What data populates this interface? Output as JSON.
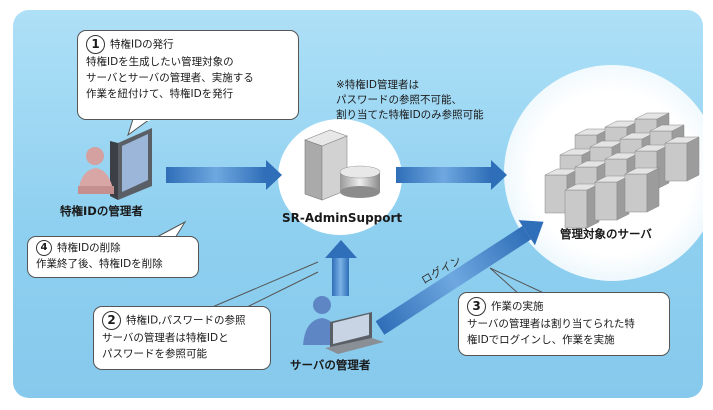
{
  "callout1": {
    "number": "1",
    "title": "特権IDの発行",
    "lines": [
      "特権IDを生成したい管理対象の",
      "サーバとサーバの管理者、実施する",
      "作業を紐付けて、特権IDを発行"
    ]
  },
  "callout2": {
    "number": "2",
    "lines": [
      "特権ID,パスワードの参照",
      "サーバの管理者は特権IDと",
      "パスワードを参照可能"
    ]
  },
  "callout3": {
    "number": "3",
    "title": "作業の実施",
    "lines": [
      "サーバの管理者は割り当てられた特",
      "権IDでログインし、作業を実施"
    ]
  },
  "callout4": {
    "number": "4",
    "title": "特権IDの削除",
    "lines": [
      "作業終了後、特権IDを削除"
    ]
  },
  "note": {
    "lines": [
      "※特権ID管理者は",
      "パスワードの参照不可能、",
      "割り当てた特権IDのみ参照可能"
    ]
  },
  "labels": {
    "priv_admin": "特権IDの管理者",
    "system": "SR-AdminSupport",
    "servers": "管理対象のサーバ",
    "server_admin": "サーバの管理者",
    "login": "ログイン"
  },
  "colors": {
    "panel": "#9fd8f3",
    "arrow": "#4a87c8",
    "person": "#d9a6a6",
    "person2": "#5f86c4"
  },
  "icons": [
    "person-computer-icon",
    "server-db-icon",
    "server-cluster-icon",
    "person-laptop-icon"
  ]
}
